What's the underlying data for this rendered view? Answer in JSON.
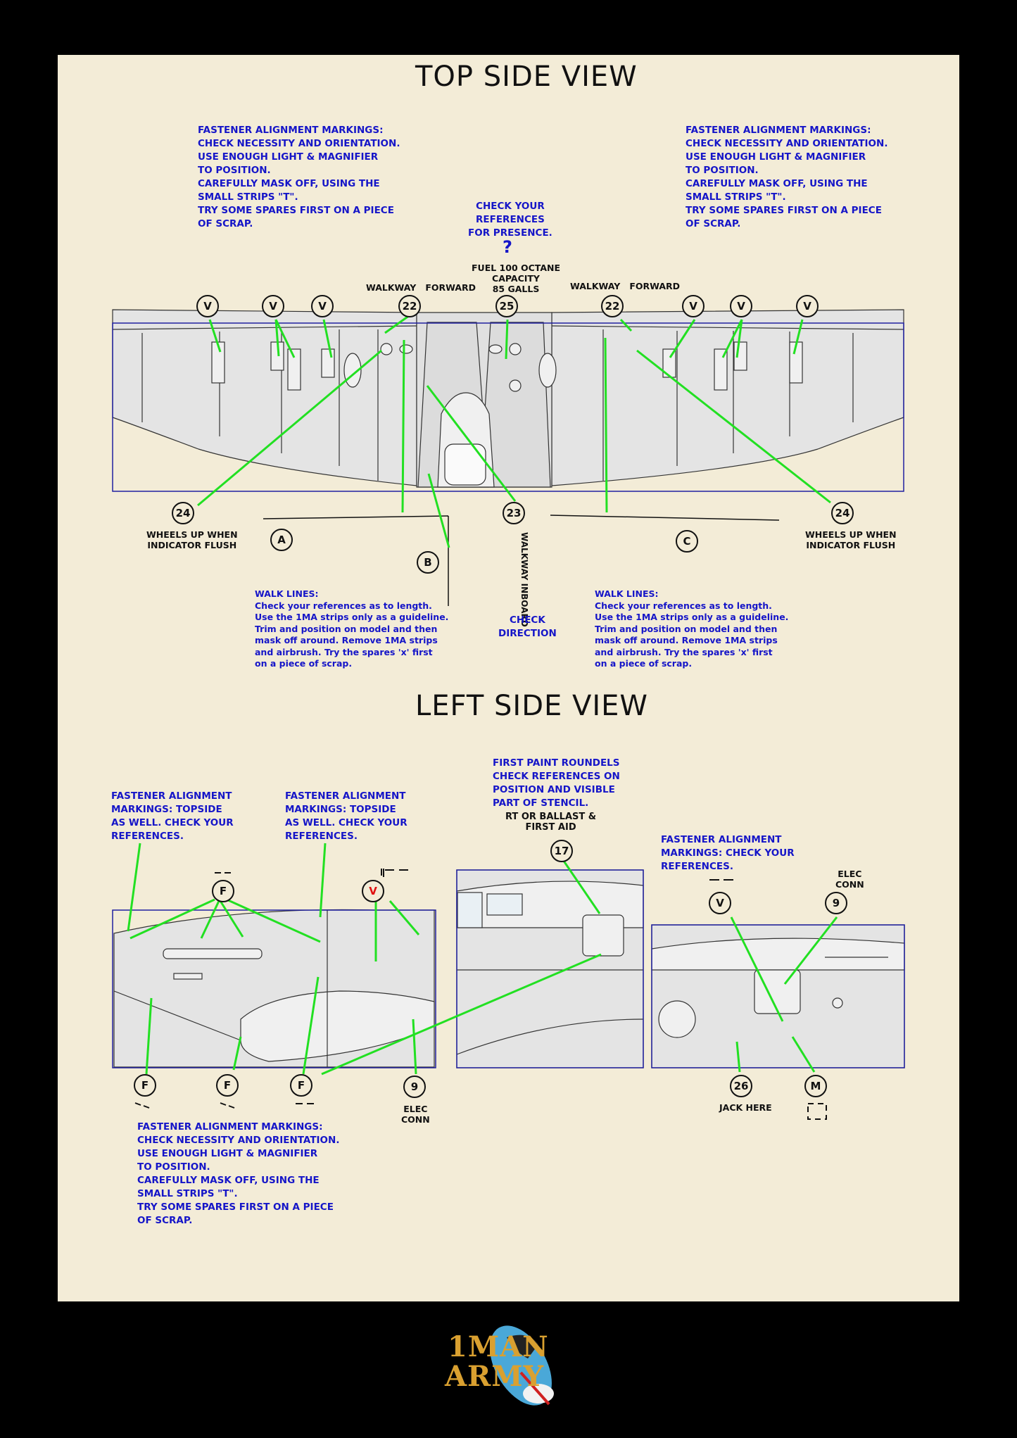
{
  "titles": {
    "top": "TOP SIDE VIEW",
    "left": "LEFT SIDE VIEW"
  },
  "notes": {
    "fastener_full": "FASTENER ALIGNMENT MARKINGS:\nCHECK NECESSITY AND ORIENTATION.\nUSE ENOUGH LIGHT & MAGNIFIER\nTO POSITION.\nCAREFULLY MASK OFF, USING THE\nSMALL STRIPS \"T\".\nTRY SOME SPARES FIRST ON A PIECE\nOF SCRAP.",
    "check_refs": "CHECK YOUR\nREFERENCES\nFOR PRESENCE.",
    "question": "?",
    "walk_lines": "WALK LINES:\nCheck your references as to length.\nUse the 1MA strips only as a guideline.\nTrim and position on model and then\nmask off around. Remove 1MA strips\nand airbrush. Try the spares 'x' first\non a piece of scrap.",
    "check_direction": "CHECK\nDIRECTION",
    "fastener_topside_1": "FASTENER ALIGNMENT\nMARKINGS: TOPSIDE\nAS WELL. CHECK YOUR\nREFERENCES.",
    "fastener_topside_2": "FASTENER ALIGNMENT\nMARKINGS: TOPSIDE\nAS WELL. CHECK YOUR\nREFERENCES.",
    "first_paint": "FIRST PAINT ROUNDELS\nCHECK REFERENCES ON\nPOSITION AND VISIBLE\nPART OF STENCIL.",
    "fastener_check_refs": "FASTENER ALIGNMENT\nMARKINGS: CHECK YOUR\nREFERENCES."
  },
  "labels": {
    "fuel": "FUEL 100 OCTANE\nCAPACITY\n85 GALLS",
    "walkway_forward_l": "WALKWAY   FORWARD",
    "walkway_forward_r": "WALKWAY   FORWARD",
    "wheels_up_l": "WHEELS UP WHEN\nINDICATOR FLUSH",
    "wheels_up_r": "WHEELS UP WHEN\nINDICATOR FLUSH",
    "walkway_inboard": "WALKWAY INBOARD",
    "rt_ballast": "RT OR BALLAST &\nFIRST AID",
    "elec_conn_top": "ELEC\nCONN",
    "elec_conn_bottom": "ELEC\nCONN",
    "jack_here": "JACK HERE"
  },
  "callouts": {
    "v": "V",
    "n22": "22",
    "n25": "25",
    "n24": "24",
    "n23": "23",
    "a": "A",
    "b": "B",
    "c": "C",
    "f": "F",
    "n17": "17",
    "n9": "9",
    "n26": "26",
    "m": "M"
  },
  "logo": {
    "line1": "1MAN",
    "line2": "ARMY"
  },
  "colors": {
    "leader": "#22e022",
    "frame": "#2020a0",
    "note": "#1515c8",
    "panel": "#e4e4e4",
    "background": "#f3ecd7",
    "logo": "#d9a030"
  }
}
